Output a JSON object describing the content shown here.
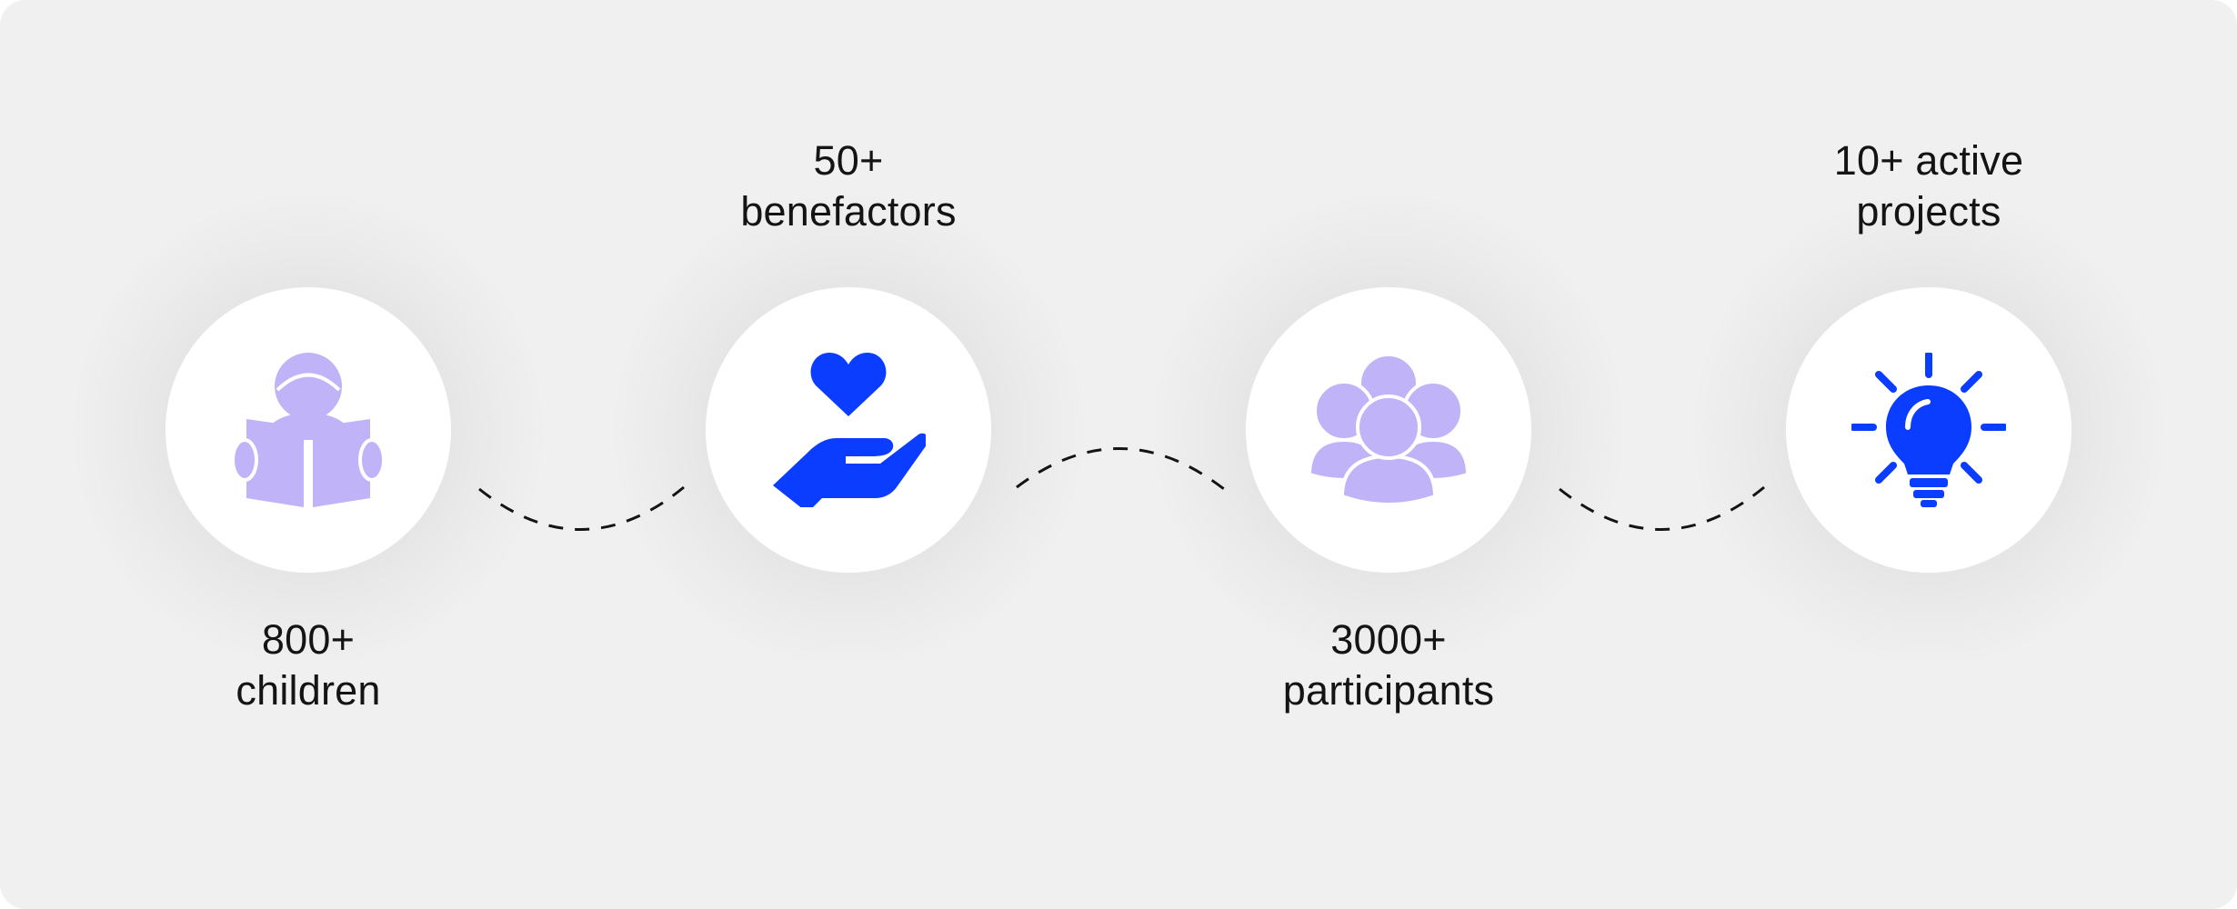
{
  "colors": {
    "background": "#f0f0f0",
    "circle": "#ffffff",
    "lavender": "#c1b3f7",
    "blue": "#0a3dff",
    "text": "#141414"
  },
  "stats": [
    {
      "line1": "800+",
      "line2": "children",
      "icon": "reading-child-icon"
    },
    {
      "line1": "50+",
      "line2": "benefactors",
      "icon": "hand-heart-icon"
    },
    {
      "line1": "3000+",
      "line2": "participants",
      "icon": "people-group-icon"
    },
    {
      "line1": "10+ active",
      "line2": "projects",
      "icon": "lightbulb-icon"
    }
  ]
}
